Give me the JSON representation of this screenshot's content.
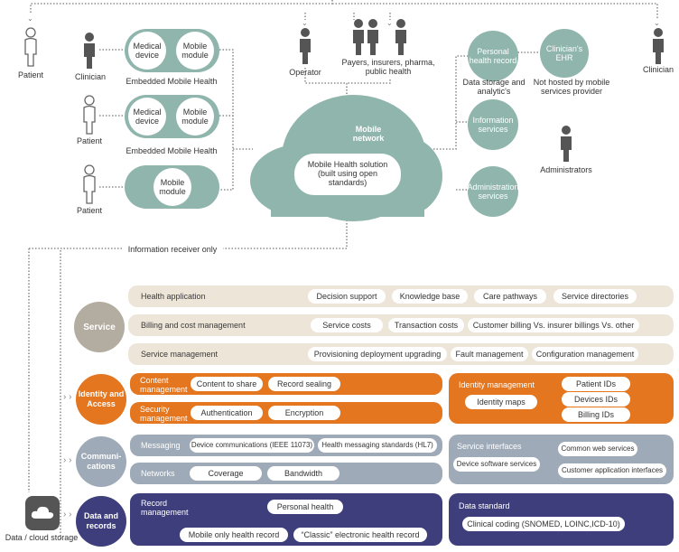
{
  "top": {
    "patient_left": "Patient",
    "clinician_left": "Clinician",
    "embedded_1": "Embedded Mobile Health",
    "embedded_2": "Embedded Mobile Health",
    "patient_2": "Patient",
    "patient_3": "Patient",
    "medical_device_1": "Medical device",
    "mobile_module_1": "Mobile module",
    "medical_device_2": "Medical device",
    "mobile_module_2": "Mobile module",
    "mobile_module_3": "Mobile module",
    "operator": "Operator",
    "payers": "Payers, insurers, pharma, public health",
    "mobile_network": "Mobile network",
    "mobile_health_solution": "Mobile Health solution (built using open standards)",
    "personal_health_record": "Personal health record",
    "data_storage": "Data storage and analytic's",
    "clinicians_ehr": "Clinician's EHR",
    "not_hosted": "Not hosted by mobile services provider",
    "clinician_right": "Clinician",
    "information_services": "Information services",
    "administration_services": "Administration services",
    "administrators": "Administrators",
    "information_receiver": "Information receiver only"
  },
  "service": {
    "label": "Service",
    "rows": [
      {
        "title": "Health application",
        "chips": [
          "Decision support",
          "Knowledge base",
          "Care pathways",
          "Service directories"
        ]
      },
      {
        "title": "Billing and cost management",
        "chips": [
          "Service costs",
          "Transaction costs",
          "Customer billing Vs. insurer billings Vs. other"
        ]
      },
      {
        "title": "Service management",
        "chips": [
          "Provisioning deployment upgrading",
          "Fault management",
          "Configuration management"
        ]
      }
    ]
  },
  "identity": {
    "label": "Identity and Access",
    "content_management": "Content management",
    "content_to_share": "Content to share",
    "record_sealing": "Record sealing",
    "security_management": "Security management",
    "authentication": "Authentication",
    "encryption": "Encryption",
    "identity_management": "Identity management",
    "identity_maps": "Identity maps",
    "patient_ids": "Patient IDs",
    "devices_ids": "Devices IDs",
    "billing_ids": "Billing IDs"
  },
  "communications": {
    "label": "Communi-cations",
    "messaging": "Messaging",
    "device_comms": "Device communications (IEEE 11073)",
    "health_messaging": "Health messaging standards (HL7)",
    "networks": "Networks",
    "coverage": "Coverage",
    "bandwidth": "Bandwidth",
    "service_interfaces": "Service interfaces",
    "common_web": "Common web services",
    "device_software": "Device software services",
    "customer_app": "Customer application interfaces"
  },
  "data_records": {
    "label": "Data and records",
    "record_management": "Record management",
    "personal_health": "Personal health",
    "mobile_only": "Mobile only health record",
    "classic_ehr": "“Classic” electronic health record",
    "data_standard": "Data standard",
    "clinical_coding": "Clinical coding (SNOMED, LOINC,ICD-10)"
  },
  "storage": {
    "label": "Data / cloud storage"
  },
  "colors": {
    "teal": "#8fb5ac",
    "orange": "#e4761f",
    "steel": "#9eaab7",
    "navy": "#3e3e7c",
    "beige": "#ece5d8",
    "service_grey": "#b3aca0"
  }
}
